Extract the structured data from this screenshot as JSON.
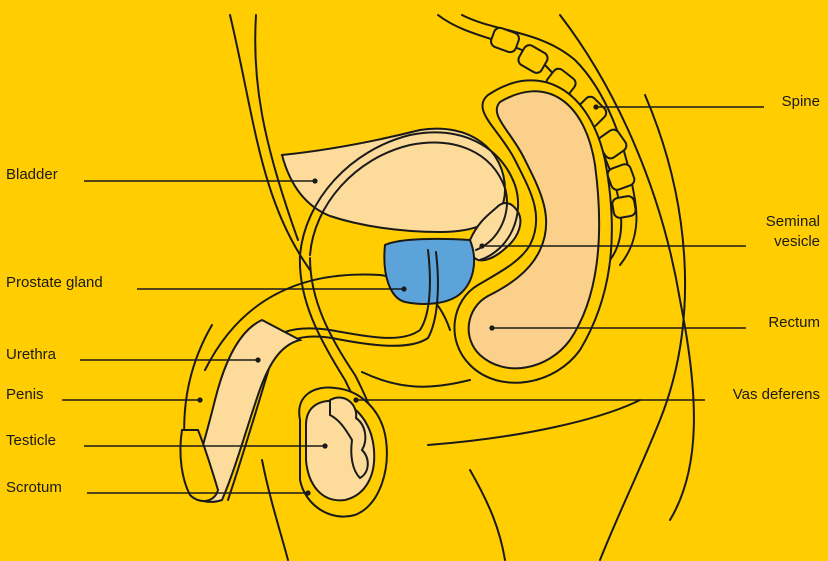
{
  "colors": {
    "background": "#FFCD00",
    "outline": "#1a1a1a",
    "organ_fill": "#FDDB9A",
    "rectum_fill": "#FBD08A",
    "prostate_fill": "#5BA3D9"
  },
  "labels": {
    "bladder": "Bladder",
    "prostate": "Prostate gland",
    "urethra": "Urethra",
    "penis": "Penis",
    "testicle": "Testicle",
    "scrotum": "Scrotum",
    "spine": "Spine",
    "seminal_line1": "Seminal",
    "seminal_line2": "vesicle",
    "rectum": "Rectum",
    "vas_deferens": "Vas deferens"
  }
}
